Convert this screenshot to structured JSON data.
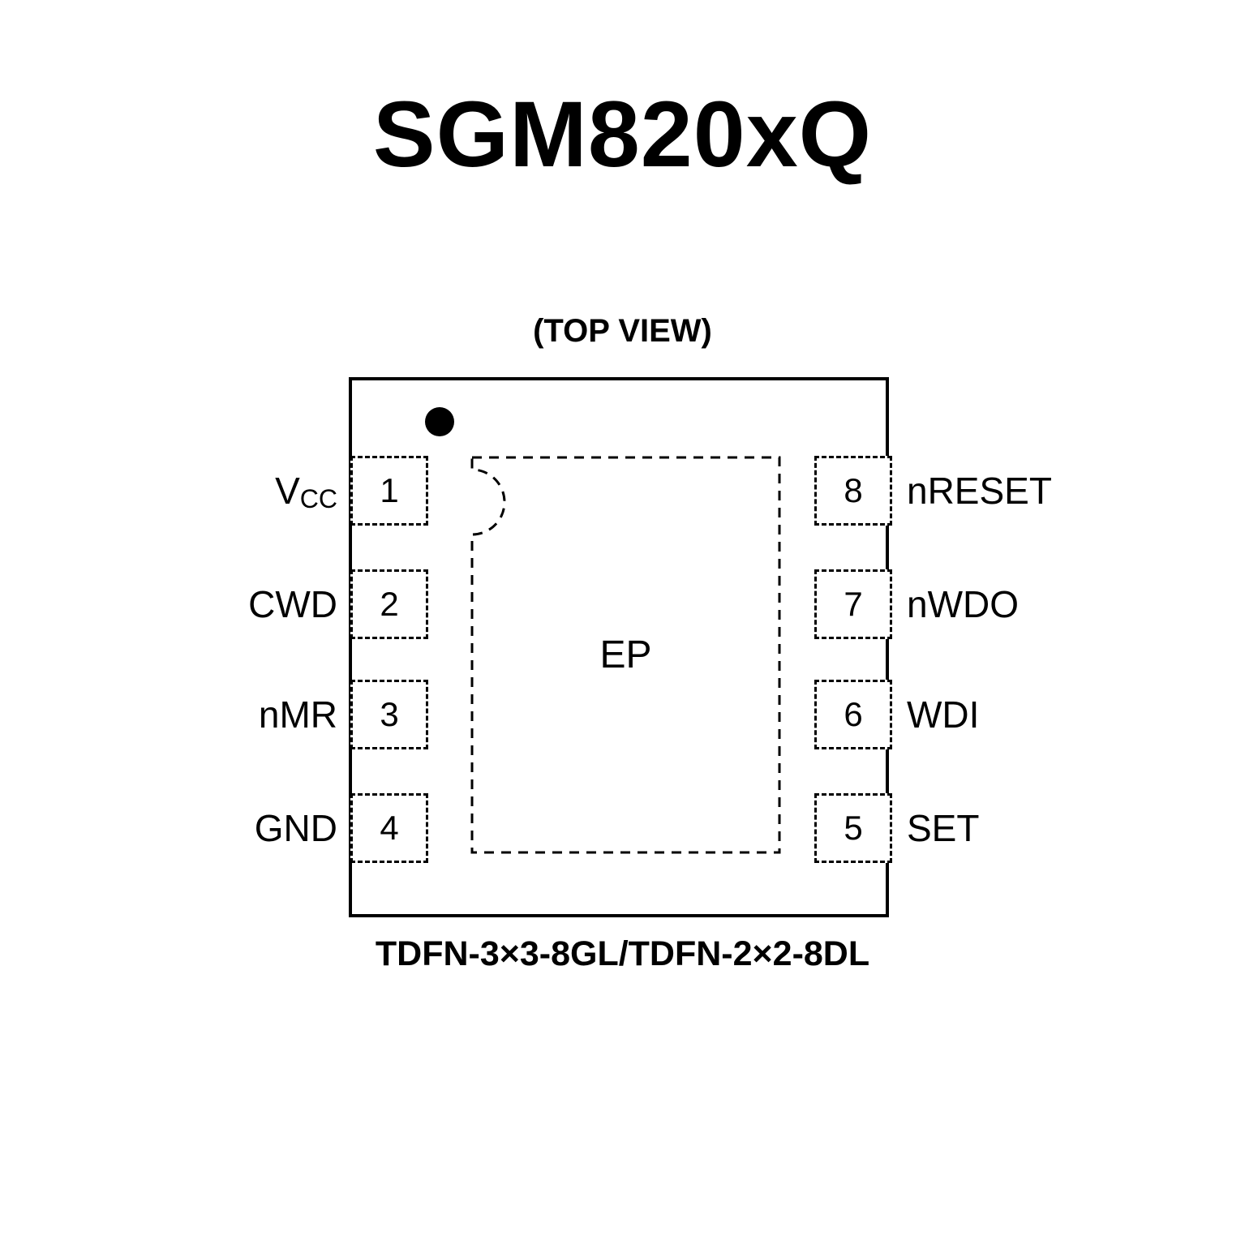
{
  "title": "SGM820xQ",
  "view_label": "(TOP VIEW)",
  "package": {
    "ep_label": "EP",
    "footprint_label": "TDFN-3×3-8GL/TDFN-2×2-8DL"
  },
  "pins": {
    "left": [
      {
        "number": "1",
        "label_main": "V",
        "label_sub": "CC"
      },
      {
        "number": "2",
        "label": "CWD"
      },
      {
        "number": "3",
        "label": "nMR"
      },
      {
        "number": "4",
        "label": "GND"
      }
    ],
    "right": [
      {
        "number": "8",
        "label": "nRESET"
      },
      {
        "number": "7",
        "label": "nWDO"
      },
      {
        "number": "6",
        "label": "WDI"
      },
      {
        "number": "5",
        "label": "SET"
      }
    ]
  },
  "colors": {
    "ink": "#000000",
    "background": "#ffffff"
  }
}
